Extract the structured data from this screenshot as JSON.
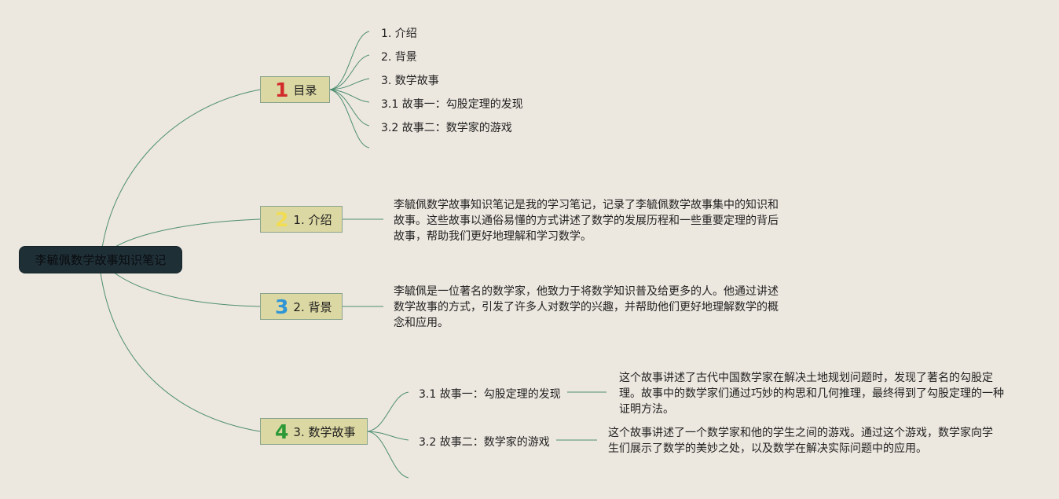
{
  "root": {
    "title": "李毓佩数学故事知识笔记"
  },
  "branches": [
    {
      "number": "1",
      "number_color": "#d22b2b",
      "label": "目录",
      "children": [
        "1. 介绍",
        "2. 背景",
        "3. 数学故事",
        "3.1 故事一：勾股定理的发现",
        "3.2 故事二：数学家的游戏"
      ]
    },
    {
      "number": "2",
      "number_color": "#f2dd52",
      "label": "1. 介绍",
      "text": "李毓佩数学故事知识笔记是我的学习笔记，记录了李毓佩数学故事集中的知识和故事。这些故事以通俗易懂的方式讲述了数学的发展历程和一些重要定理的背后故事，帮助我们更好地理解和学习数学。"
    },
    {
      "number": "3",
      "number_color": "#2f95d6",
      "label": "2. 背景",
      "text": "李毓佩是一位著名的数学家，他致力于将数学知识普及给更多的人。他通过讲述数学故事的方式，引发了许多人对数学的兴趣，并帮助他们更好地理解数学的概念和应用。"
    },
    {
      "number": "4",
      "number_color": "#2b9a36",
      "label": "3. 数学故事",
      "stories": [
        {
          "title": "3.1 故事一：勾股定理的发现",
          "text": "这个故事讲述了古代中国数学家在解决土地规划问题时，发现了著名的勾股定理。故事中的数学家们通过巧妙的构思和几何推理，最终得到了勾股定理的一种证明方法。"
        },
        {
          "title": "3.2 故事二：数学家的游戏",
          "text": "这个故事讲述了一个数学家和他的学生之间的游戏。通过这个游戏，数学家向学生们展示了数学的美妙之处，以及数学在解决实际问题中的应用。"
        }
      ]
    }
  ]
}
